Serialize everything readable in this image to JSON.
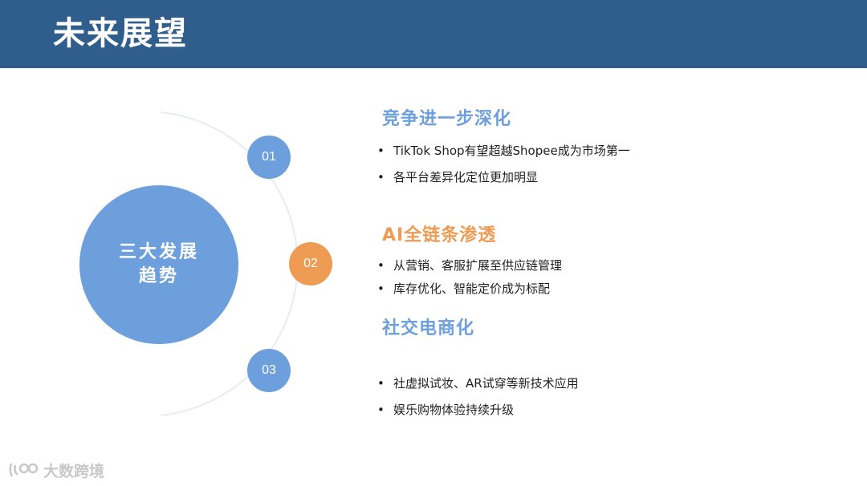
{
  "header": {
    "title": "未来展望",
    "color": "#2f5d8c"
  },
  "main_circle": {
    "line1": "三大发展",
    "line2": "趋势"
  },
  "items": [
    {
      "number": "01",
      "title": "竞争进一步深化",
      "bullets": [
        "TikTok Shop有望超越Shopee成为市场第一",
        "各平台差异化定位更加明显"
      ]
    },
    {
      "number": "02",
      "title": "AI全链条渗透",
      "bullets": [
        "从营销、客服扩展至供应链管理",
        "库存优化、智能定价成为标配"
      ]
    },
    {
      "number": "03",
      "title": "社交电商化",
      "bullets": [
        "社虚拟试妆、AR试穿等新技术应用",
        "娱乐购物体验持续升级"
      ]
    }
  ],
  "bullet_glyph": "•",
  "watermark": {
    "text": "大数跨境"
  },
  "colors": {
    "blue": "#6d9fdc",
    "orange": "#ee9b54"
  }
}
